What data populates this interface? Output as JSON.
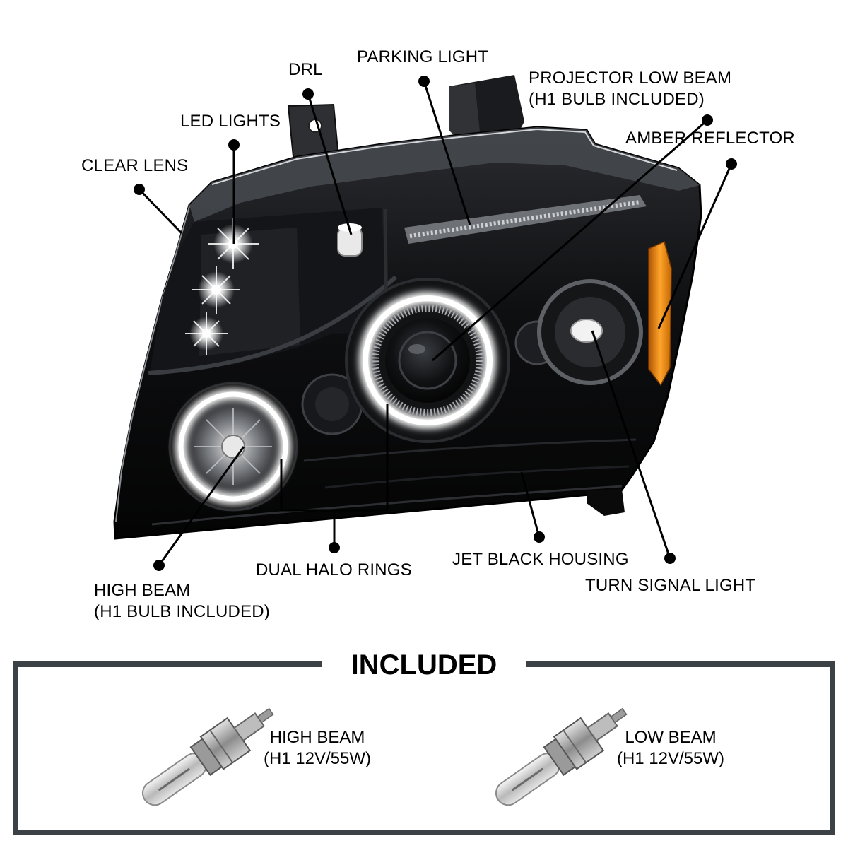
{
  "callouts": {
    "parking_light": "PARKING LIGHT",
    "drl": "DRL",
    "projector_low_beam": {
      "line1": "PROJECTOR LOW BEAM",
      "line2": "(H1 BULB INCLUDED)"
    },
    "led_lights": "LED LIGHTS",
    "amber_reflector": "AMBER REFLECTOR",
    "clear_lens": "CLEAR LENS",
    "dual_halo_rings": "DUAL HALO RINGS",
    "jet_black_housing": "JET BLACK HOUSING",
    "high_beam": {
      "line1": "HIGH BEAM",
      "line2": "(H1 BULB INCLUDED)"
    },
    "turn_signal_light": "TURN SIGNAL LIGHT"
  },
  "included": {
    "title": "INCLUDED",
    "items": [
      {
        "name": "HIGH BEAM",
        "spec": "(H1 12V/55W)",
        "icon": "h1-bulb-icon"
      },
      {
        "name": "LOW BEAM",
        "spec": "(H1 12V/55W)",
        "icon": "h1-bulb-icon"
      }
    ]
  },
  "colors": {
    "text": "#000000",
    "box_border": "#3c4146",
    "amber": "#f5921e",
    "halo": "#ffffff",
    "housing": "#0b0b0c"
  }
}
